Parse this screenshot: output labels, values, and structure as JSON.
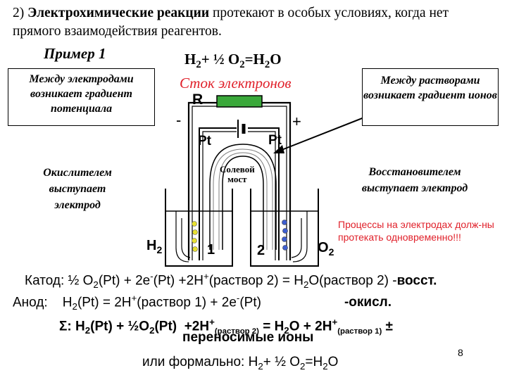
{
  "title": {
    "prefix": "2) ",
    "bold": "Электрохимические реакции",
    "rest": " протекают в особых условиях, когда нет прямого взаимодействия реагентов."
  },
  "example_label": "Пример 1",
  "top_equation": {
    "a": "H",
    "a_sub": "2",
    "b": "+ ½ O",
    "b_sub": "2",
    "c": "=H",
    "c_sub": "2",
    "d": "O"
  },
  "electron_sink": "Сток электронов",
  "left_box": "Между электродами возникает градиент потенциала",
  "right_box": "Между растворами возникает градиент ионов",
  "diagram": {
    "resistor": "R",
    "minus": "-",
    "plus": "+",
    "electrode_left": "Pt",
    "electrode_right": "Pt",
    "salt_bridge_1": "Солевой",
    "salt_bridge_2": "мост",
    "gas_left": "H",
    "gas_left_sub": "2",
    "gas_right": "O",
    "gas_right_sub": "2",
    "cell_1": "1",
    "cell_2": "2"
  },
  "oxidizer_note": "Окислителем выступает электрод",
  "reducer_note": "Восстановителем выступает электрод",
  "processes_note": "Процессы на электродах долж-ны протекать одновременно!!!",
  "cathode": {
    "t1": "Катод: ½ O",
    "s1": "2",
    "t2": "(Pt) + 2e",
    "p1": "-",
    "t3": "(Pt) +2H",
    "p2": "+",
    "t4": "(раствор 2) = H",
    "s2": "2",
    "t5": "O(раствор 2) -",
    "tag": "восст."
  },
  "anode": {
    "t1": "Анод:    H",
    "s1": "2",
    "t2": "(Pt) = 2H",
    "p1": "+",
    "t3": "(раствор 1) + 2e",
    "p2": "-",
    "t4": "(Pt)",
    "tag": "-окисл."
  },
  "sum": {
    "t1": "Σ: H",
    "s1": "2",
    "t2": "(Pt) + ½O",
    "s2": "2",
    "t3": "(Pt)  +2H",
    "p1": "+",
    "r1": "(раствор 2)",
    "t4": " = H",
    "s3": "2",
    "t5": "O + 2H",
    "p2": "+",
    "r2": "(раствор 1)",
    "t6": " ±",
    "line2": "переносимые ионы"
  },
  "formal": {
    "t1": "или формально: H",
    "s1": "2",
    "t2": "+ ½ O",
    "s2": "2",
    "t3": "=H",
    "s3": "2",
    "t4": "O"
  },
  "page_number": "8",
  "colors": {
    "accent_red": "#e0202a",
    "resistor_green": "#3aa83a",
    "bubble_yellow": "#e8e030",
    "bubble_blue": "#3f5fd0"
  }
}
